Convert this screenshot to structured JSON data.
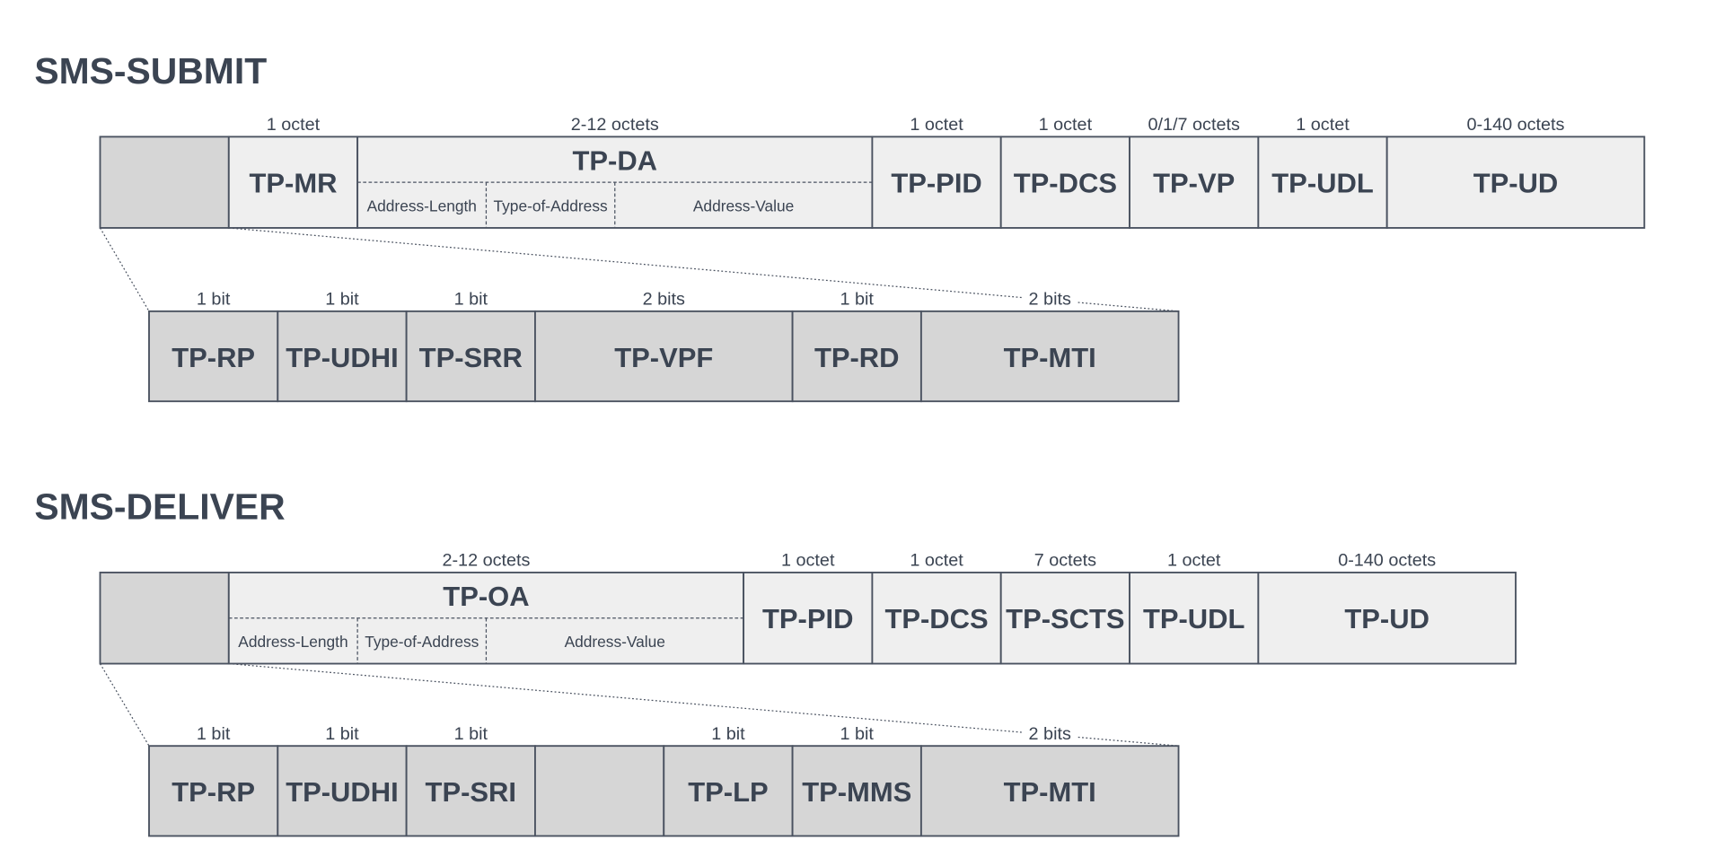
{
  "colors": {
    "light_cell": "#efefef",
    "dark_cell": "#d6d6d6",
    "stroke": "#4a5260",
    "text": "#3b4452"
  },
  "submit": {
    "title": "SMS-SUBMIT",
    "fields": [
      {
        "label": "",
        "size": "",
        "shade": "dark"
      },
      {
        "label": "TP-MR",
        "size": "1 octet",
        "shade": "light"
      },
      {
        "label": "TP-DA",
        "size": "2-12 octets",
        "shade": "light",
        "subfields": [
          "Address-Length",
          "Type-of-Address",
          "Address-Value"
        ]
      },
      {
        "label": "TP-PID",
        "size": "1 octet",
        "shade": "light"
      },
      {
        "label": "TP-DCS",
        "size": "1 octet",
        "shade": "light"
      },
      {
        "label": "TP-VP",
        "size": "0/1/7 octets",
        "shade": "light"
      },
      {
        "label": "TP-UDL",
        "size": "1 octet",
        "shade": "light"
      },
      {
        "label": "TP-UD",
        "size": "0-140 octets",
        "shade": "light"
      }
    ],
    "bits": [
      {
        "label": "TP-RP",
        "size": "1 bit"
      },
      {
        "label": "TP-UDHI",
        "size": "1 bit"
      },
      {
        "label": "TP-SRR",
        "size": "1 bit"
      },
      {
        "label": "TP-VPF",
        "size": "2 bits"
      },
      {
        "label": "TP-RD",
        "size": "1 bit"
      },
      {
        "label": "TP-MTI",
        "size": "2 bits"
      }
    ]
  },
  "deliver": {
    "title": "SMS-DELIVER",
    "fields": [
      {
        "label": "",
        "size": "",
        "shade": "dark"
      },
      {
        "label": "TP-OA",
        "size": "2-12 octets",
        "shade": "light",
        "subfields": [
          "Address-Length",
          "Type-of-Address",
          "Address-Value"
        ]
      },
      {
        "label": "TP-PID",
        "size": "1 octet",
        "shade": "light"
      },
      {
        "label": "TP-DCS",
        "size": "1 octet",
        "shade": "light"
      },
      {
        "label": "TP-SCTS",
        "size": "7 octets",
        "shade": "light"
      },
      {
        "label": "TP-UDL",
        "size": "1 octet",
        "shade": "light"
      },
      {
        "label": "TP-UD",
        "size": "0-140 octets",
        "shade": "light"
      }
    ],
    "bits": [
      {
        "label": "TP-RP",
        "size": "1 bit"
      },
      {
        "label": "TP-UDHI",
        "size": "1 bit"
      },
      {
        "label": "TP-SRI",
        "size": "1 bit"
      },
      {
        "label": "",
        "size": ""
      },
      {
        "label": "TP-LP",
        "size": "1 bit"
      },
      {
        "label": "TP-MMS",
        "size": "1 bit"
      },
      {
        "label": "TP-MTI",
        "size": "2 bits"
      }
    ]
  }
}
